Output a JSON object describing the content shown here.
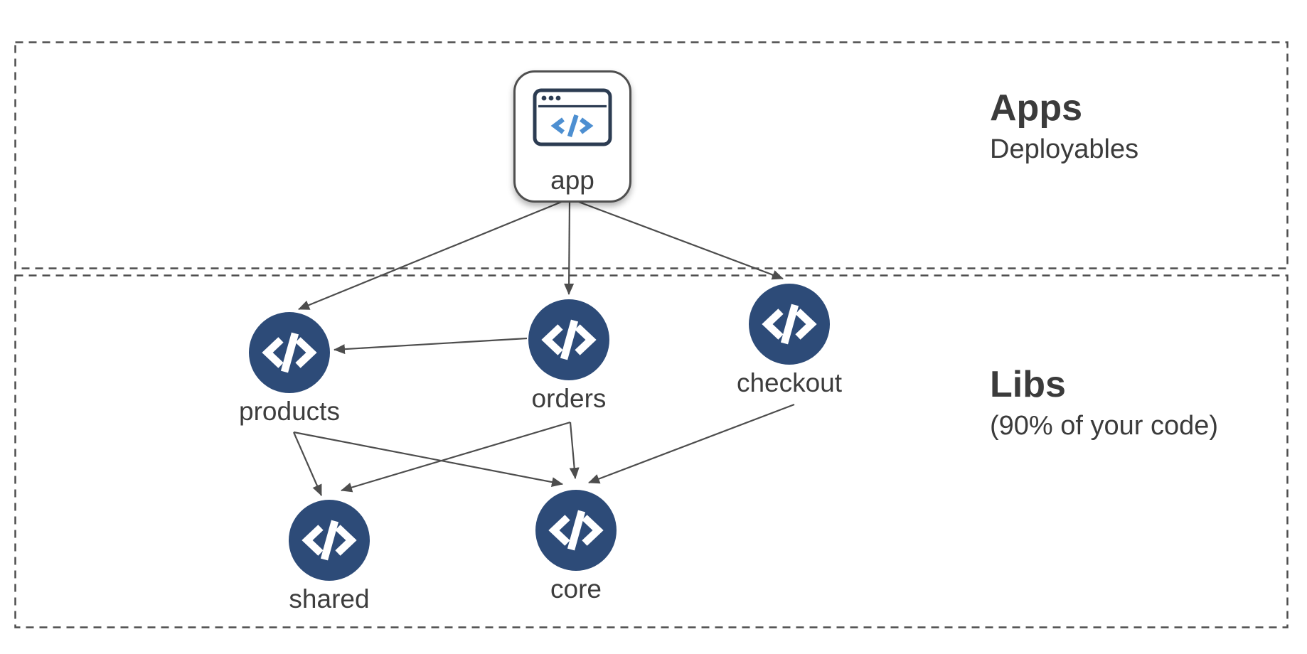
{
  "sections": {
    "apps": {
      "title": "Apps",
      "subtitle": "Deployables"
    },
    "libs": {
      "title": "Libs",
      "subtitle": "(90% of your code)"
    }
  },
  "nodes": {
    "app": {
      "label": "app",
      "icon": "browser-window-icon",
      "kind": "application"
    },
    "products": {
      "label": "products",
      "icon": "code-icon",
      "kind": "library"
    },
    "orders": {
      "label": "orders",
      "icon": "code-icon",
      "kind": "library"
    },
    "checkout": {
      "label": "checkout",
      "icon": "code-icon",
      "kind": "library"
    },
    "shared": {
      "label": "shared",
      "icon": "code-icon",
      "kind": "library"
    },
    "core": {
      "label": "core",
      "icon": "code-icon",
      "kind": "library"
    }
  },
  "edges": [
    {
      "from": "app",
      "to": "products"
    },
    {
      "from": "app",
      "to": "orders"
    },
    {
      "from": "app",
      "to": "checkout"
    },
    {
      "from": "orders",
      "to": "products"
    },
    {
      "from": "products",
      "to": "shared"
    },
    {
      "from": "products",
      "to": "core"
    },
    {
      "from": "orders",
      "to": "shared"
    },
    {
      "from": "orders",
      "to": "core"
    },
    {
      "from": "checkout",
      "to": "core"
    }
  ],
  "colors": {
    "lib_node_fill": "#2d4b78",
    "glyph_white": "#ffffff",
    "browser_icon_navy": "#2c3c52",
    "code_accent_blue": "#4d8fd1",
    "edge_line": "#4d4d4d",
    "dashed_border": "#4d4d4d",
    "text": "#3d3d3d"
  }
}
